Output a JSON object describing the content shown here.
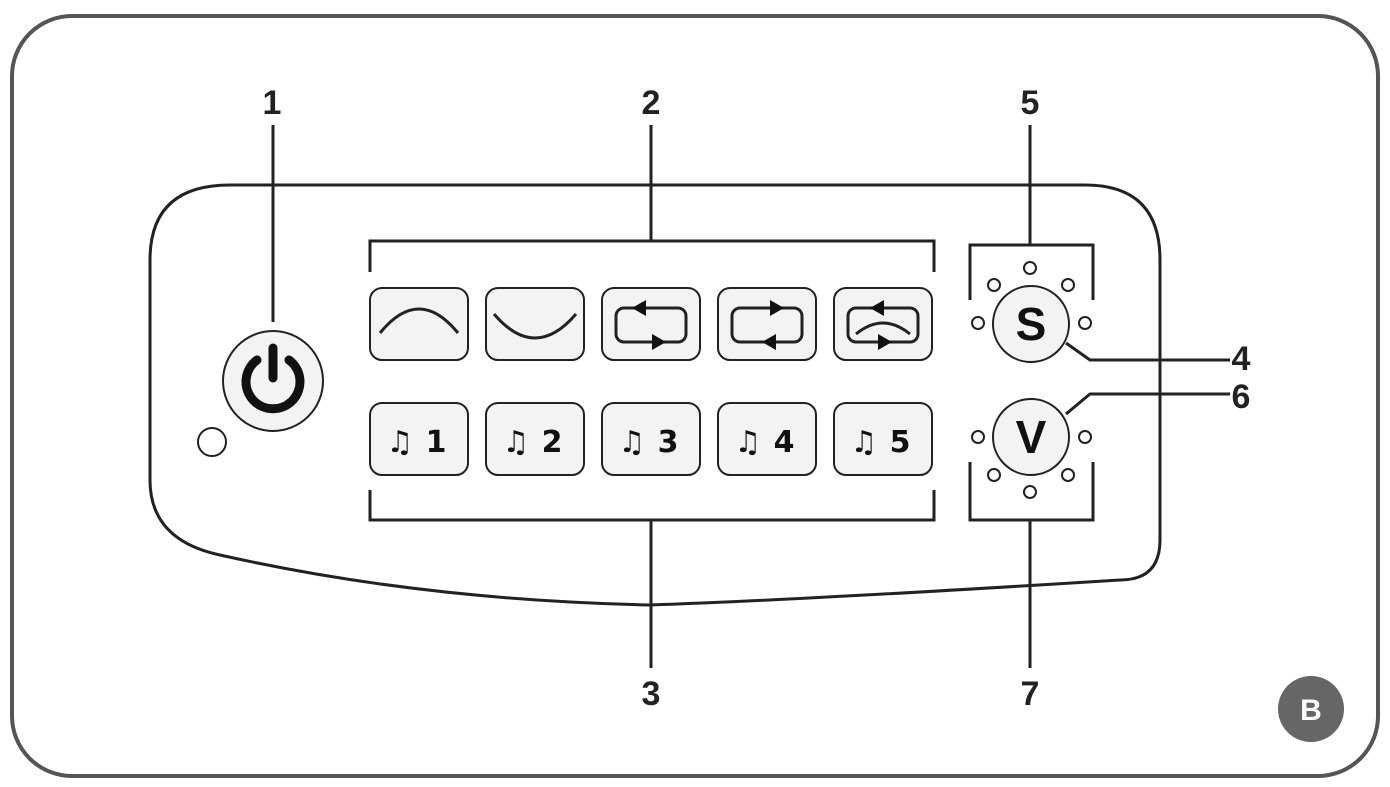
{
  "callouts": {
    "c1": "1",
    "c2": "2",
    "c3": "3",
    "c4": "4",
    "c5": "5",
    "c6": "6",
    "c7": "7"
  },
  "badge": "B",
  "knobs": {
    "speed": "S",
    "volume": "V"
  },
  "mode_buttons": [
    {
      "icon": "arc-up-icon"
    },
    {
      "icon": "arc-down-icon"
    },
    {
      "icon": "loop-arrows-icon"
    },
    {
      "icon": "loop-arrows-reverse-icon"
    },
    {
      "icon": "arc-loop-icon"
    }
  ],
  "music_buttons": [
    {
      "note": "♫",
      "number": "1"
    },
    {
      "note": "♫",
      "number": "2"
    },
    {
      "note": "♫",
      "number": "3"
    },
    {
      "note": "♫",
      "number": "4"
    },
    {
      "note": "♫",
      "number": "5"
    }
  ],
  "colors": {
    "line": "#222222",
    "badge": "#666666",
    "frame": "#555555"
  }
}
